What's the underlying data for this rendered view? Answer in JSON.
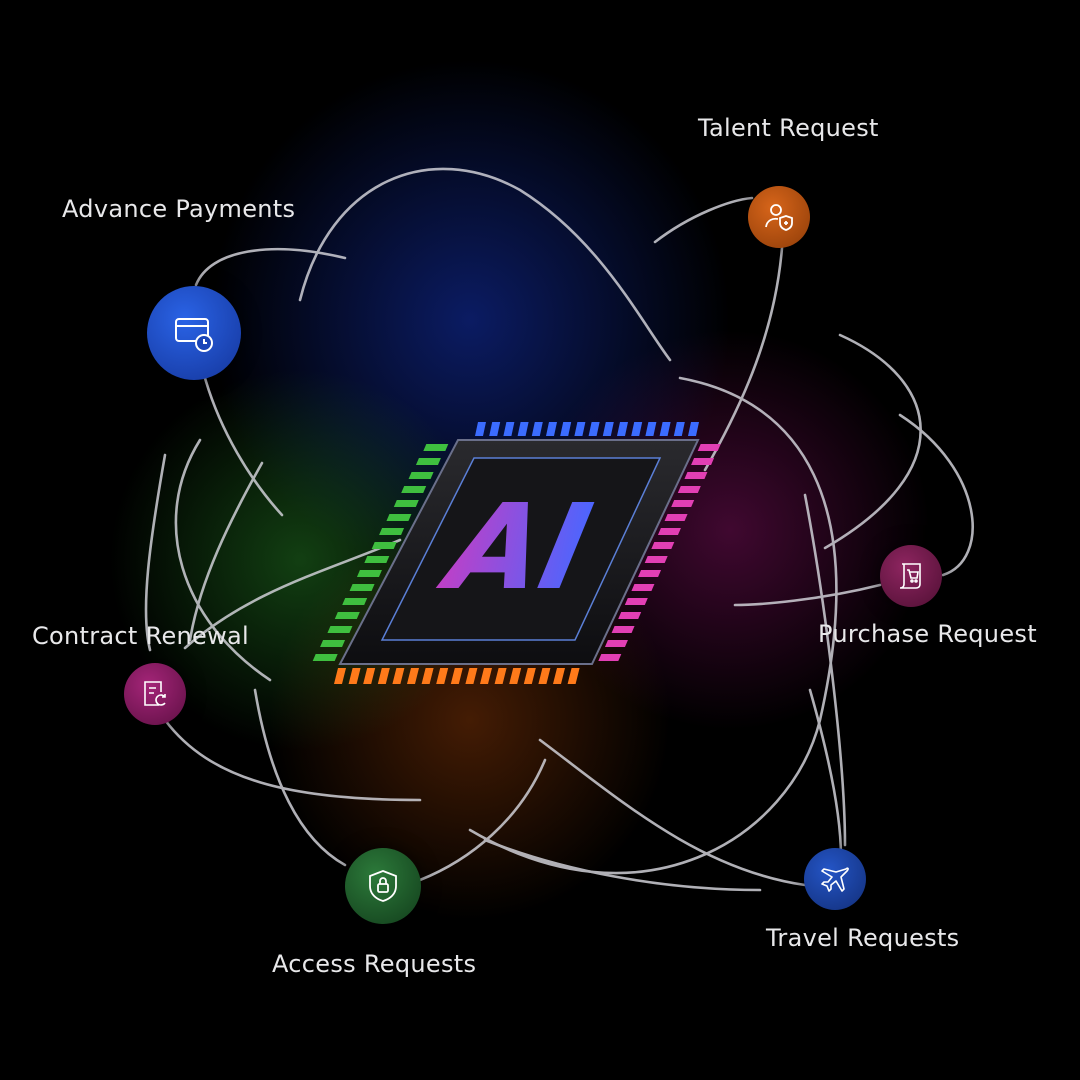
{
  "center": {
    "text": "AI"
  },
  "nodes": [
    {
      "key": "advance",
      "label": "Advance Payments",
      "icon": "card-clock-icon",
      "color": "#1d4fc9"
    },
    {
      "key": "talent",
      "label": "Talent Request",
      "icon": "user-shield-icon",
      "color": "#b8520e"
    },
    {
      "key": "purchase",
      "label": "Purchase Request",
      "icon": "cart-receipt-icon",
      "color": "#7a1850"
    },
    {
      "key": "contract",
      "label": "Contract Renewal",
      "icon": "document-refresh-icon",
      "color": "#8a1a63"
    },
    {
      "key": "access",
      "label": "Access Requests",
      "icon": "shield-lock-icon",
      "color": "#1f5a2a"
    },
    {
      "key": "travel",
      "label": "Travel Requests",
      "icon": "airplane-icon",
      "color": "#1a3f9a"
    }
  ],
  "pins": {
    "top": "#3b6cff",
    "left": "#3fbf3f",
    "right": "#e23fb4",
    "bottom": "#ff7a1a"
  }
}
